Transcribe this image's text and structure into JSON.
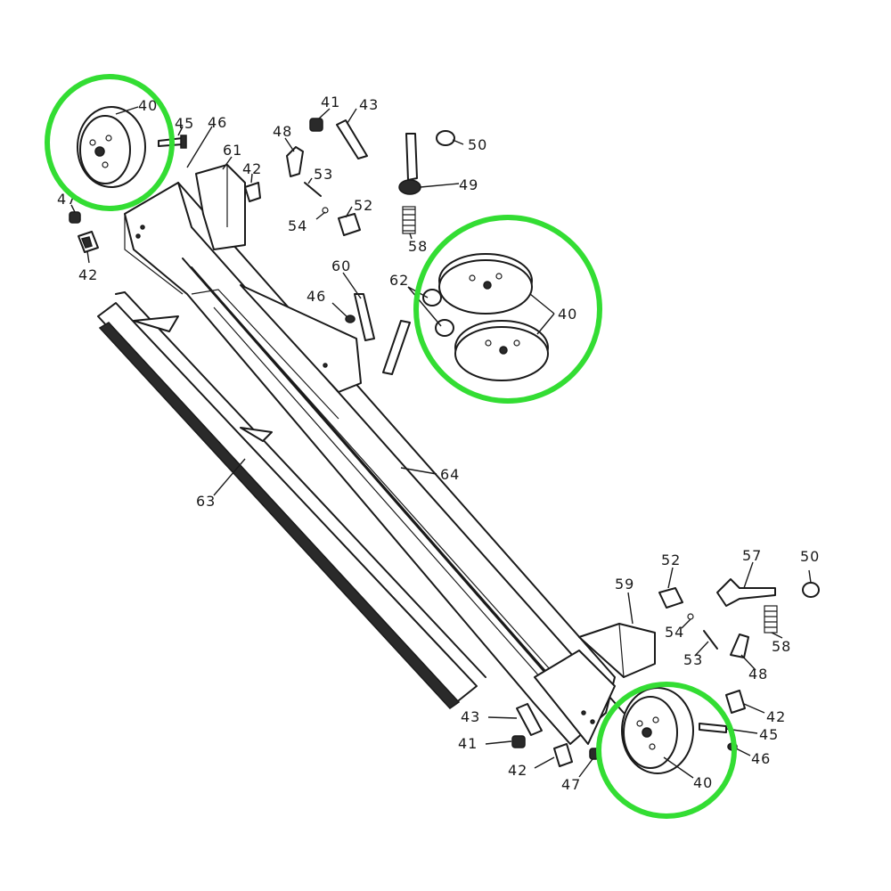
{
  "highlight_color": "#33dd33",
  "ink_color": "#1a1a1a",
  "callouts": {
    "c40a": "40",
    "c45a": "45",
    "c46a": "46",
    "c47a": "47",
    "c42a": "42",
    "c61": "61",
    "c42b": "42",
    "c41a": "41",
    "c43a": "43",
    "c48a": "48",
    "c53a": "53",
    "c54a": "54",
    "c52a": "52",
    "c58a": "58",
    "c49": "49",
    "c50a": "50",
    "c60": "60",
    "c62": "62",
    "c46b": "46",
    "c40b": "40",
    "c64": "64",
    "c63": "63",
    "c52b": "52",
    "c57": "57",
    "c50b": "50",
    "c59": "59",
    "c54b": "54",
    "c58b": "58",
    "c53b": "53",
    "c48b": "48",
    "c42c": "42",
    "c45b": "45",
    "c46c": "46",
    "c40c": "40",
    "c43b": "43",
    "c41b": "41",
    "c42d": "42",
    "c47b": "47"
  },
  "highlights": [
    {
      "name": "highlight-circle-top-left-pulley",
      "target": "40"
    },
    {
      "name": "highlight-circle-middle-pulleys",
      "target": "40"
    },
    {
      "name": "highlight-circle-bottom-right-pulley",
      "target": "40"
    }
  ]
}
